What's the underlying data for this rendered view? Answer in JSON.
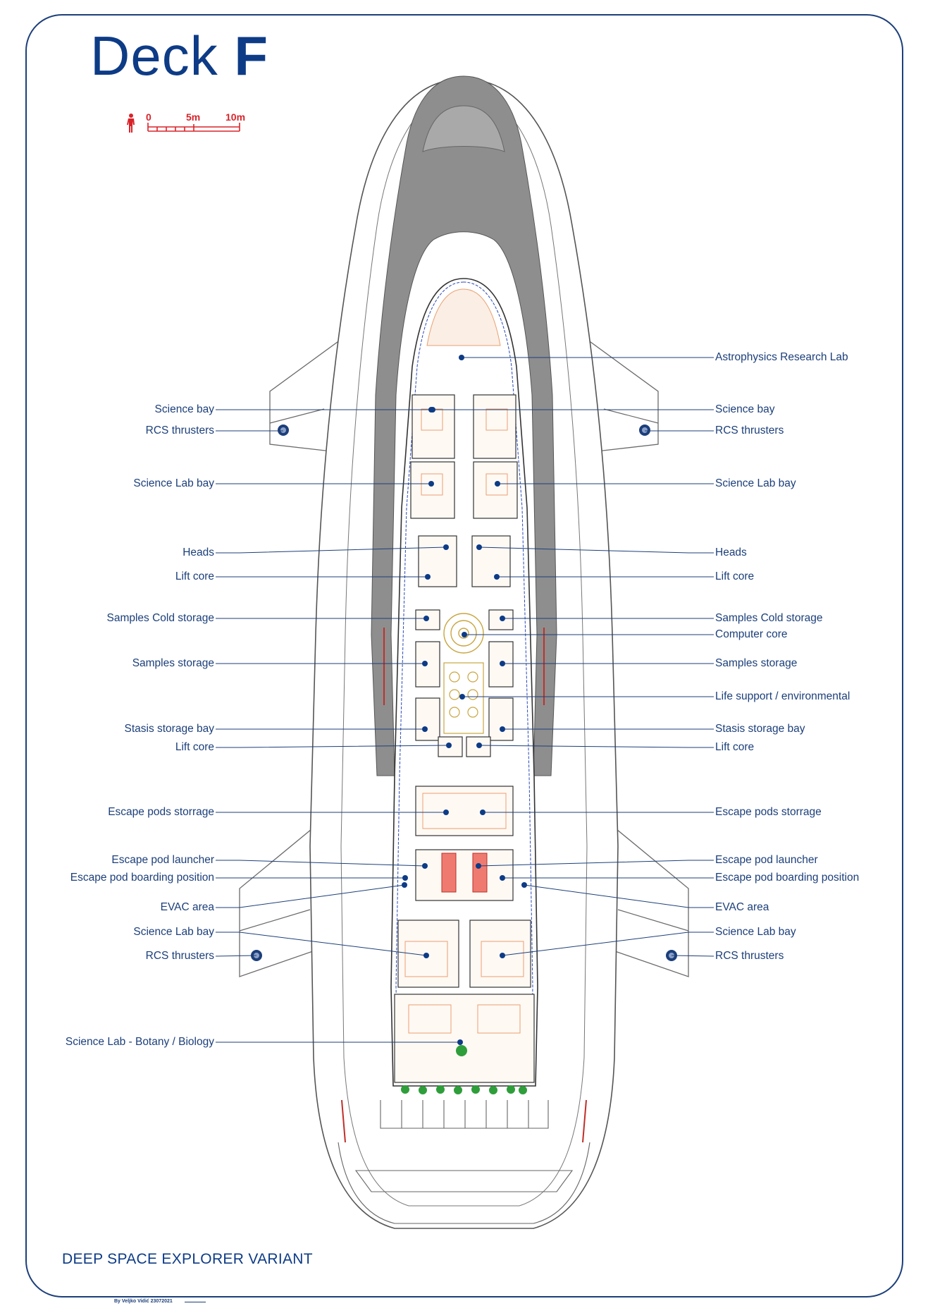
{
  "title": {
    "prefix": "Deck",
    "letter": "F"
  },
  "scale_bar": {
    "marks": [
      "0",
      "5m",
      "10m"
    ],
    "icon": "person-icon",
    "color": "#d8232a"
  },
  "subtitle": "DEEP SPACE EXPLORER VARIANT",
  "credit": "By Veljko Vidić 23072021",
  "colors": {
    "accent": "#1c3f7a",
    "title": "#0d3b86",
    "hull_band": "#8e8e8e",
    "room_lines": "#e8a070",
    "markers": "#0d3b86"
  },
  "labels_left": [
    "Science bay",
    "RCS thrusters",
    "Science Lab bay",
    "Heads",
    "Lift core",
    "Samples Cold storage",
    "Samples storage",
    "Stasis storage bay",
    "Lift core",
    "Escape pods storrage",
    "Escape pod launcher",
    "Escape pod boarding position",
    "EVAC area",
    "Science Lab bay",
    "RCS thrusters",
    "Science Lab - Botany / Biology"
  ],
  "labels_right": [
    "Astrophysics Research Lab",
    "Science bay",
    "RCS thrusters",
    "Science Lab bay",
    "Heads",
    "Lift core",
    "Samples Cold storage",
    "Computer core",
    "Samples storage",
    "Life support / environmental",
    "Stasis storage bay",
    "Lift core",
    "Escape pods storrage",
    "Escape pod launcher",
    "Escape pod boarding position",
    "EVAC area",
    "Science Lab bay",
    "RCS thrusters"
  ]
}
